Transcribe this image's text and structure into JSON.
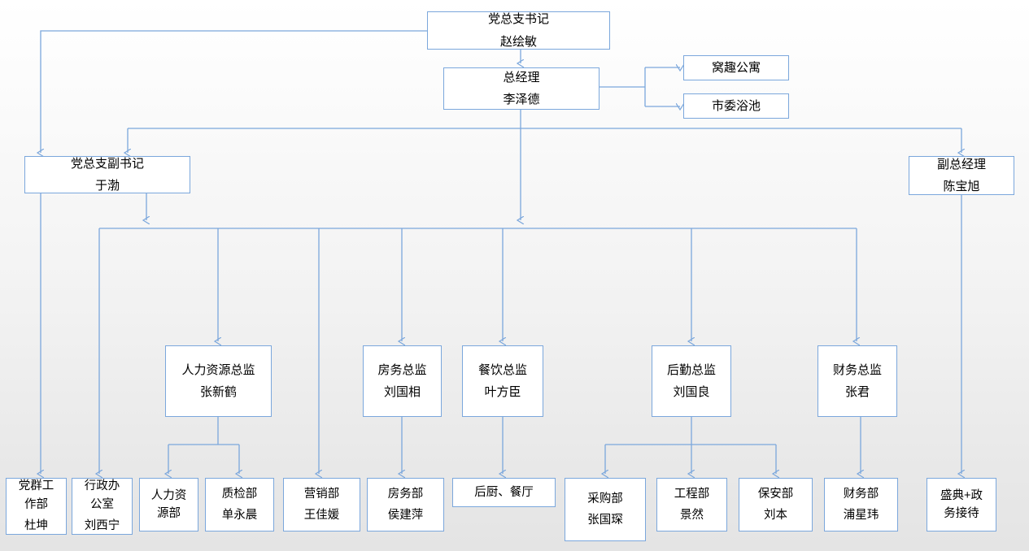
{
  "diagram": {
    "type": "organization-chart",
    "title_text_present": false,
    "theme": {
      "line_color": "#7BA7DC",
      "box_border_color": "#7BA7DC",
      "box_fill": "#FFFFFF",
      "text_color": "#000000",
      "page_background": "#F1F1F1"
    }
  },
  "nodes": {
    "party_secretary": {
      "title": "党总支书记",
      "person": "赵绘敏"
    },
    "general_manager": {
      "title": "总经理",
      "person": "李泽德"
    },
    "woqu_apartment": {
      "title": "窝趣公寓",
      "person": ""
    },
    "city_bathhouse": {
      "title": "市委浴池",
      "person": ""
    },
    "deputy_party_secretary": {
      "title": "党总支副书记",
      "person": "于渤"
    },
    "deputy_general_manager": {
      "title": "副总经理",
      "person": "陈宝旭"
    },
    "hr_director": {
      "title": "人力资源总监",
      "person": "张新鹤"
    },
    "rooms_director": {
      "title": "房务总监",
      "person": "刘国相"
    },
    "fnb_director": {
      "title": "餐饮总监",
      "person": "叶方臣"
    },
    "logistics_director": {
      "title": "后勤总监",
      "person": "刘国良"
    },
    "finance_director": {
      "title": "财务总监",
      "person": "张君"
    },
    "party_work_dept": {
      "title": "党群工\n作部",
      "person": "杜坤"
    },
    "admin_office": {
      "title": "行政办\n公室",
      "person": "刘西宁"
    },
    "hr_dept": {
      "title": "人力资\n源部",
      "person": ""
    },
    "quality_dept": {
      "title": "质检部",
      "person": "单永晨"
    },
    "marketing_dept": {
      "title": "营销部",
      "person": "王佳媛"
    },
    "rooms_dept": {
      "title": "房务部",
      "person": "侯建萍"
    },
    "kitchen_restaurant": {
      "title": "后厨、餐厅",
      "person": ""
    },
    "purchasing_dept": {
      "title": "采购部",
      "person": "张国琛"
    },
    "engineering_dept": {
      "title": "工程部",
      "person": "景然"
    },
    "security_dept": {
      "title": "保安部",
      "person": "刘本"
    },
    "finance_dept": {
      "title": "财务部",
      "person": "浦星玮"
    },
    "ceremony_affairs": {
      "title": "盛典+政\n务接待",
      "person": ""
    }
  },
  "edges": [
    {
      "from": "party_secretary",
      "to": "general_manager"
    },
    {
      "from": "party_secretary",
      "to": "deputy_party_secretary"
    },
    {
      "from": "general_manager",
      "to": "woqu_apartment"
    },
    {
      "from": "general_manager",
      "to": "city_bathhouse"
    },
    {
      "from": "general_manager",
      "to": "deputy_party_secretary"
    },
    {
      "from": "general_manager",
      "to": "deputy_general_manager"
    },
    {
      "from": "general_manager",
      "to": "hr_director"
    },
    {
      "from": "general_manager",
      "to": "rooms_director"
    },
    {
      "from": "general_manager",
      "to": "fnb_director"
    },
    {
      "from": "general_manager",
      "to": "logistics_director"
    },
    {
      "from": "general_manager",
      "to": "finance_director"
    },
    {
      "from": "general_manager",
      "to": "marketing_dept"
    },
    {
      "from": "general_manager",
      "to": "admin_office"
    },
    {
      "from": "deputy_party_secretary",
      "to": "party_work_dept"
    },
    {
      "from": "hr_director",
      "to": "hr_dept"
    },
    {
      "from": "hr_director",
      "to": "quality_dept"
    },
    {
      "from": "rooms_director",
      "to": "rooms_dept"
    },
    {
      "from": "fnb_director",
      "to": "kitchen_restaurant"
    },
    {
      "from": "logistics_director",
      "to": "purchasing_dept"
    },
    {
      "from": "logistics_director",
      "to": "engineering_dept"
    },
    {
      "from": "logistics_director",
      "to": "security_dept"
    },
    {
      "from": "finance_director",
      "to": "finance_dept"
    },
    {
      "from": "deputy_general_manager",
      "to": "ceremony_affairs"
    }
  ]
}
